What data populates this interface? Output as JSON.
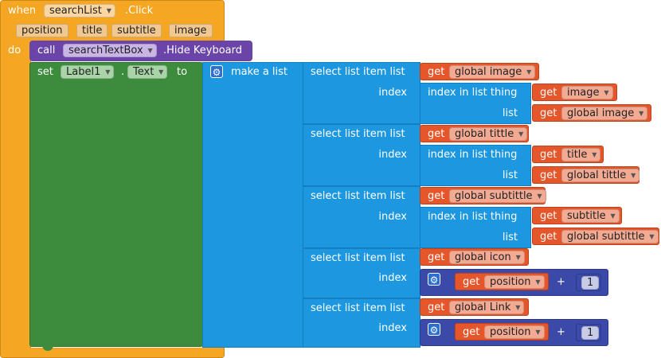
{
  "event": {
    "when_label": "when",
    "component": "searchList",
    "event_name": ".Click",
    "params": [
      "position",
      "title",
      "subtitle",
      "image"
    ],
    "do_label": "do"
  },
  "call_block": {
    "call_label": "call",
    "component": "searchTextBox",
    "method": ".Hide Keyboard"
  },
  "set_block": {
    "set_label": "set",
    "component": "Label1",
    "dot": ".",
    "property": "Text",
    "to_label": "to"
  },
  "make_list": {
    "label": "make a list"
  },
  "select_label": "select list item  list",
  "index_label": "index",
  "index_in_list_label": "index in list  thing",
  "list_label": "list",
  "get_label": "get",
  "plus_label": "+",
  "rows": [
    {
      "list_var": "global image",
      "thing_var": "image",
      "list2_var": "global image"
    },
    {
      "list_var": "global tittle",
      "thing_var": "title",
      "list2_var": "global tittle"
    },
    {
      "list_var": "global subtittle",
      "thing_var": "subtitle",
      "list2_var": "global subtittle"
    },
    {
      "list_var": "global icon",
      "index_var": "position",
      "add_value": "1"
    },
    {
      "list_var": "global Link",
      "index_var": "position",
      "add_value": "1"
    }
  ],
  "colors": {
    "event": "#f5a622",
    "procedure": "#6a44a8",
    "component": "#3d8b3d",
    "list": "#1d98e0",
    "variable": "#e5562a",
    "math": "#3b4aa8"
  },
  "icons": {
    "mutator": "gear-icon",
    "dropdown": "dropdown-arrow-icon"
  }
}
